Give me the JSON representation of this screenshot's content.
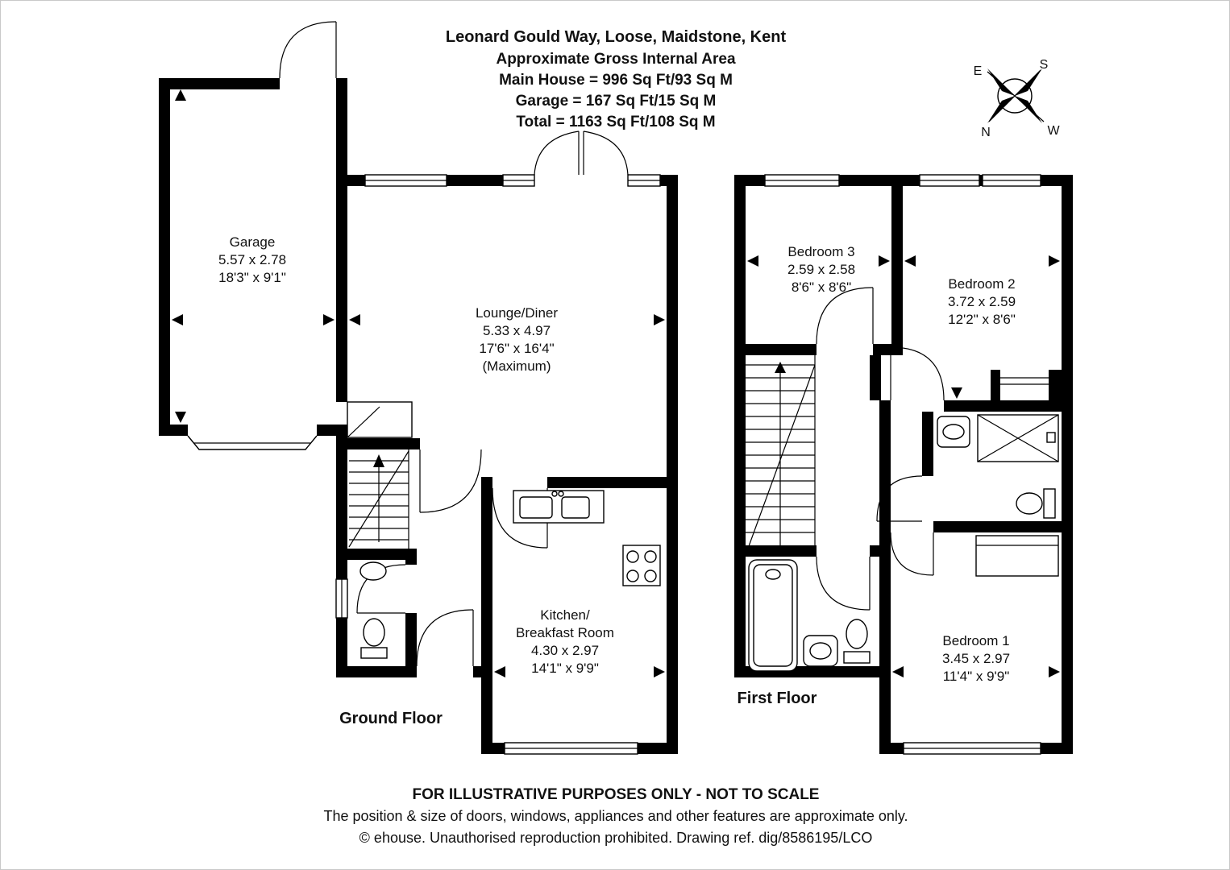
{
  "title": {
    "line1": "Leonard Gould Way, Loose, Maidstone, Kent",
    "line2": "Approximate Gross Internal Area",
    "line3": "Main House = 996 Sq Ft/93 Sq M",
    "line4": "Garage = 167 Sq Ft/15 Sq M",
    "line5": "Total = 1163 Sq Ft/108 Sq M"
  },
  "compass": {
    "east": "E",
    "south": "S",
    "north": "N",
    "west": "W"
  },
  "ground_floor": {
    "label": "Ground Floor",
    "garage": {
      "name": "Garage",
      "metric": "5.57 x 2.78",
      "imperial": "18'3\" x 9'1\""
    },
    "lounge": {
      "name": "Lounge/Diner",
      "metric": "5.33 x 4.97",
      "imperial": "17'6\" x 16'4\"",
      "note": "(Maximum)"
    },
    "kitchen": {
      "name_line1": "Kitchen/",
      "name_line2": "Breakfast Room",
      "metric": "4.30 x 2.97",
      "imperial": "14'1\" x 9'9\""
    }
  },
  "first_floor": {
    "label": "First Floor",
    "bedroom1": {
      "name": "Bedroom 1",
      "metric": "3.45 x 2.97",
      "imperial": "11'4\" x 9'9\""
    },
    "bedroom2": {
      "name": "Bedroom 2",
      "metric": "3.72 x 2.59",
      "imperial": "12'2\" x 8'6\""
    },
    "bedroom3": {
      "name": "Bedroom 3",
      "metric": "2.59 x 2.58",
      "imperial": "8'6\" x 8'6\""
    }
  },
  "footer": {
    "line1": "FOR ILLUSTRATIVE PURPOSES ONLY - NOT TO SCALE",
    "line2": "The position & size of doors, windows, appliances and other features are approximate only.",
    "line3": "© ehouse. Unauthorised reproduction prohibited. Drawing ref. dig/8586195/LCO"
  }
}
